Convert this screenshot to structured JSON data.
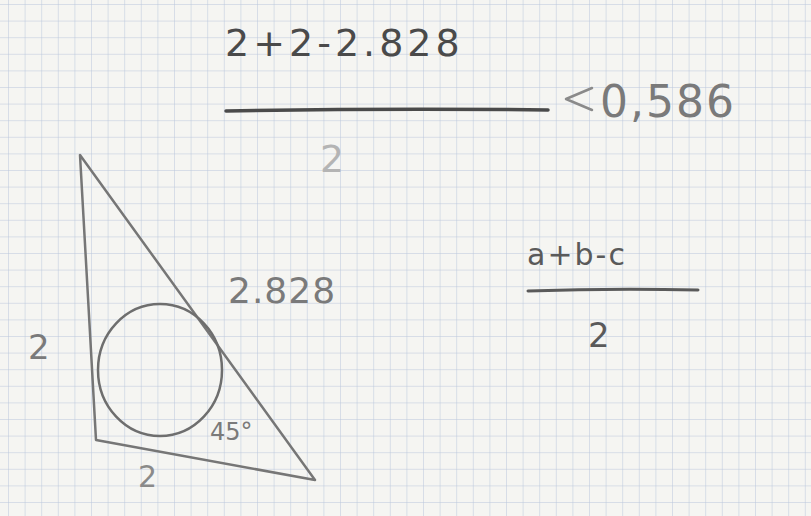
{
  "diagram": {
    "labels": [
      "2+2-2.828",
      "2",
      "0,586",
      "2.828",
      "2",
      "2",
      "45°",
      "a+b-c",
      "2"
    ]
  }
}
